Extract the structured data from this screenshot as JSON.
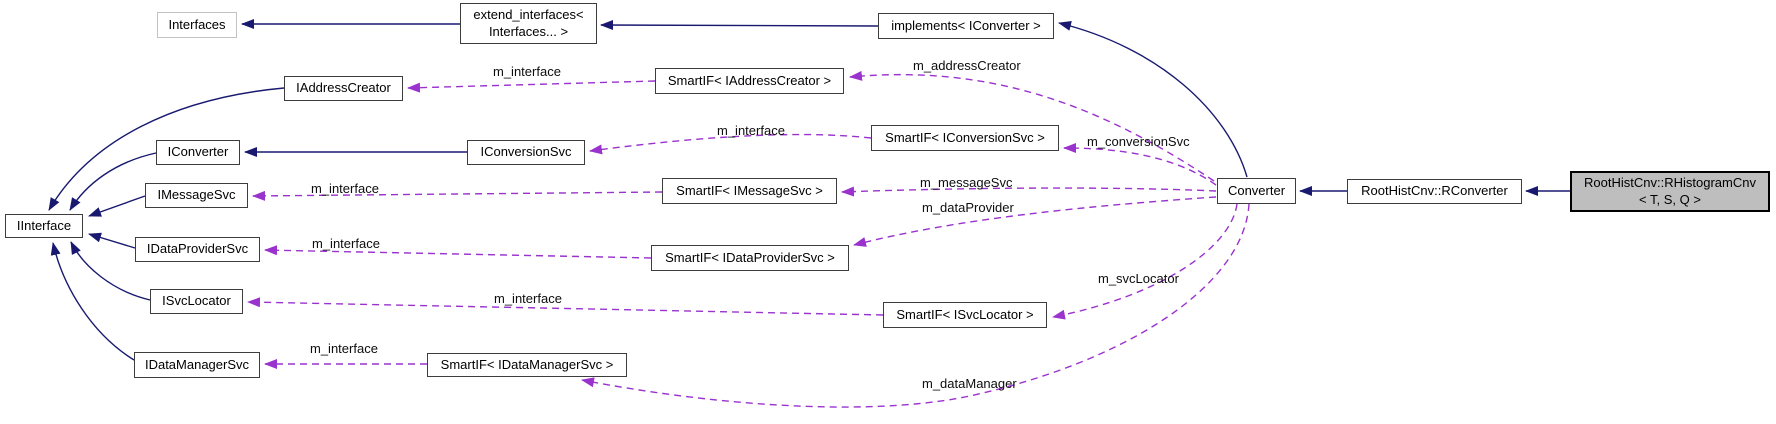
{
  "diagram": {
    "kind": "collaboration-graph",
    "nodes": {
      "interfaces": {
        "label": "Interfaces"
      },
      "extend_interfaces": {
        "lines": [
          "extend_interfaces<",
          "Interfaces... >"
        ]
      },
      "implements_iconverter": {
        "label": "implements< IConverter >"
      },
      "iaddresscreator": {
        "label": "IAddressCreator"
      },
      "smartif_iaddresscreator": {
        "label": "SmartIF< IAddressCreator >"
      },
      "iconverter": {
        "label": "IConverter"
      },
      "iconversionsvc": {
        "label": "IConversionSvc"
      },
      "smartif_iconversionsvc": {
        "label": "SmartIF< IConversionSvc >"
      },
      "imessagesvc": {
        "label": "IMessageSvc"
      },
      "smartif_imessagesvc": {
        "label": "SmartIF< IMessageSvc >"
      },
      "iinterface": {
        "label": "IInterface"
      },
      "idataprovidersvc": {
        "label": "IDataProviderSvc"
      },
      "smartif_idataprovidersvc": {
        "label": "SmartIF< IDataProviderSvc >"
      },
      "isvclocator": {
        "label": "ISvcLocator"
      },
      "smartif_isvclocator": {
        "label": "SmartIF< ISvcLocator >"
      },
      "idatamanagersvc": {
        "label": "IDataManagerSvc"
      },
      "smartif_idatamanagersvc": {
        "label": "SmartIF< IDataManagerSvc >"
      },
      "converter": {
        "label": "Converter"
      },
      "roothistcnv_rconverter": {
        "label": "RootHistCnv::RConverter"
      },
      "roothistcnv_rhistogramcnv": {
        "lines": [
          "RootHistCnv::RHistogramCnv",
          "< T, S, Q >"
        ]
      }
    },
    "edges": [
      {
        "from": "extend_interfaces",
        "to": "interfaces",
        "type": "inheritance"
      },
      {
        "from": "implements_iconverter",
        "to": "extend_interfaces",
        "type": "inheritance"
      },
      {
        "from": "converter",
        "to": "implements_iconverter",
        "type": "inheritance"
      },
      {
        "from": "iconversionsvc",
        "to": "iconverter",
        "type": "inheritance"
      },
      {
        "from": "iaddresscreator",
        "to": "iinterface",
        "type": "inheritance"
      },
      {
        "from": "iconverter",
        "to": "iinterface",
        "type": "inheritance"
      },
      {
        "from": "imessagesvc",
        "to": "iinterface",
        "type": "inheritance"
      },
      {
        "from": "idataprovidersvc",
        "to": "iinterface",
        "type": "inheritance"
      },
      {
        "from": "isvclocator",
        "to": "iinterface",
        "type": "inheritance"
      },
      {
        "from": "idatamanagersvc",
        "to": "iinterface",
        "type": "inheritance"
      },
      {
        "from": "roothistcnv_rconverter",
        "to": "converter",
        "type": "inheritance"
      },
      {
        "from": "roothistcnv_rhistogramcnv",
        "to": "roothistcnv_rconverter",
        "type": "inheritance"
      },
      {
        "from": "smartif_iaddresscreator",
        "to": "iaddresscreator",
        "type": "usage",
        "label": "m_interface"
      },
      {
        "from": "smartif_iconversionsvc",
        "to": "iconversionsvc",
        "type": "usage",
        "label": "m_interface"
      },
      {
        "from": "smartif_imessagesvc",
        "to": "imessagesvc",
        "type": "usage",
        "label": "m_interface"
      },
      {
        "from": "smartif_idataprovidersvc",
        "to": "idataprovidersvc",
        "type": "usage",
        "label": "m_interface"
      },
      {
        "from": "smartif_isvclocator",
        "to": "isvclocator",
        "type": "usage",
        "label": "m_interface"
      },
      {
        "from": "smartif_idatamanagersvc",
        "to": "idatamanagersvc",
        "type": "usage",
        "label": "m_interface"
      },
      {
        "from": "converter",
        "to": "smartif_iaddresscreator",
        "type": "usage",
        "label": "m_addressCreator"
      },
      {
        "from": "converter",
        "to": "smartif_iconversionsvc",
        "type": "usage",
        "label": "m_conversionSvc"
      },
      {
        "from": "converter",
        "to": "smartif_imessagesvc",
        "type": "usage",
        "label": "m_messageSvc"
      },
      {
        "from": "converter",
        "to": "smartif_idataprovidersvc",
        "type": "usage",
        "label": "m_dataProvider"
      },
      {
        "from": "converter",
        "to": "smartif_isvclocator",
        "type": "usage",
        "label": "m_svcLocator"
      },
      {
        "from": "converter",
        "to": "smartif_idatamanagersvc",
        "type": "usage",
        "label": "m_dataManager"
      }
    ],
    "colors": {
      "inheritance_edge": "#191970",
      "usage_edge": "#9a32cd",
      "node_border": "#3d3d3d",
      "external_node_border": "#c3c3c3",
      "current_node_fill": "#bebebe",
      "background": "#ffffff"
    }
  }
}
